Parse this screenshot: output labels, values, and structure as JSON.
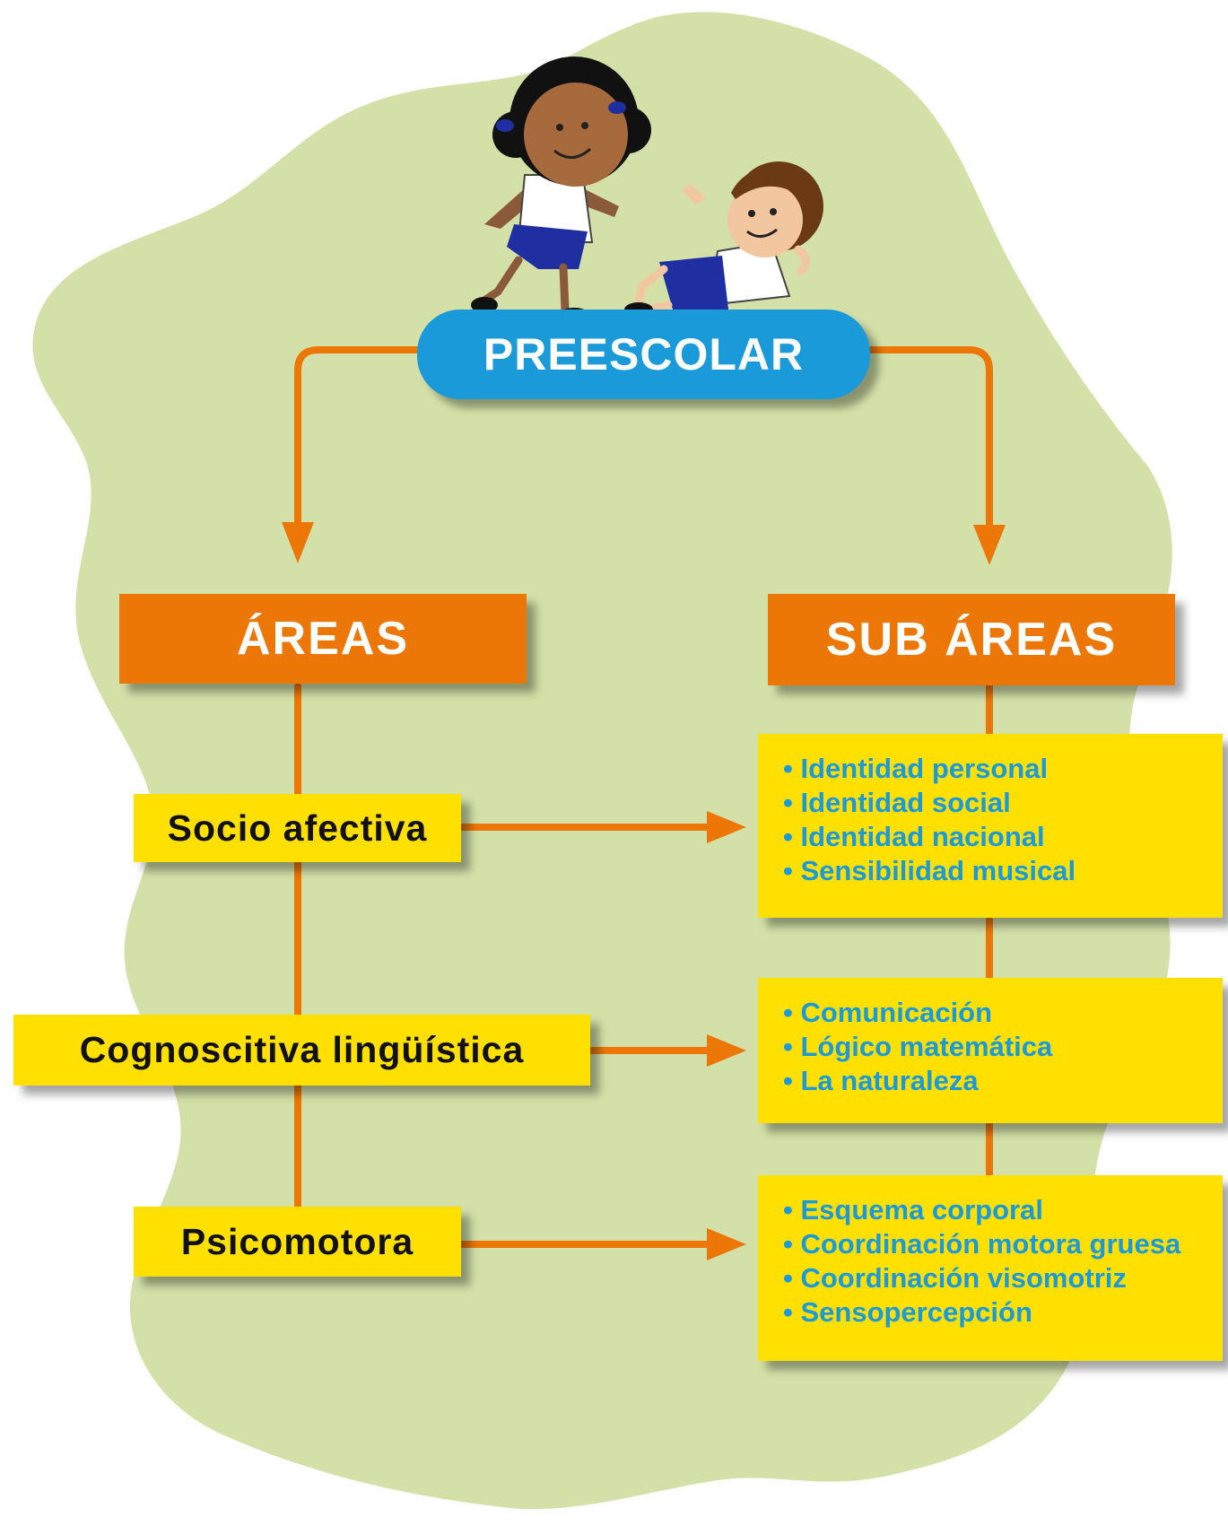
{
  "root": {
    "label": "PREESCOLAR"
  },
  "headers": {
    "areas": "ÁREAS",
    "subareas": "SUB ÁREAS"
  },
  "areas": [
    {
      "label": "Socio afectiva",
      "subareas": [
        "Identidad personal",
        "Identidad social",
        "Identidad nacional",
        "Sensibilidad musical"
      ]
    },
    {
      "label": "Cognoscitiva lingüística",
      "subareas": [
        "Comunicación",
        "Lógico matemática",
        "La naturaleza"
      ]
    },
    {
      "label": "Psicomotora",
      "subareas": [
        "Esquema corporal",
        "Coordinación motora gruesa",
        "Coordinación visomotriz",
        "Sensopercepción"
      ]
    }
  ],
  "colors": {
    "blob": "#d3e1a8",
    "connector": "#ec7706",
    "header_fill": "#ec7706",
    "box_fill": "#ffe000",
    "root_fill": "#1a9ad9",
    "subarea_text": "#1a9ad9"
  },
  "illustration": {
    "icon": "two-children-playing-icon"
  }
}
